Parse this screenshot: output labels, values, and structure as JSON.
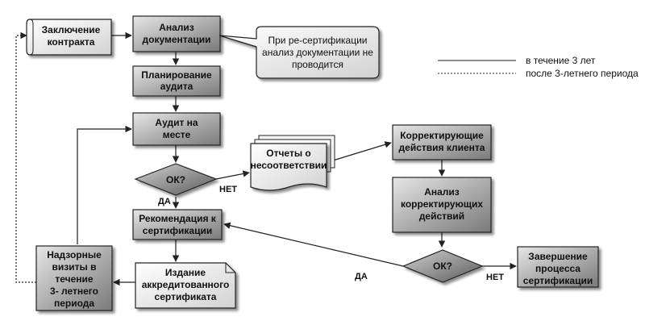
{
  "nodes": {
    "contract": [
      "Заключение",
      "контракта"
    ],
    "doc_analysis": [
      "Анализ",
      "документации"
    ],
    "audit_planning": [
      "Планирование",
      "аудита"
    ],
    "onsite_audit": [
      "Аудит на",
      "месте"
    ],
    "ok_decision_1": "ОК?",
    "nonconformity_reports": [
      "Отчеты о",
      "несоответствии"
    ],
    "client_corrective": [
      "Корректирующие",
      "действия клиента"
    ],
    "corrective_analysis": [
      "Анализ",
      "корректирующих",
      "действий"
    ],
    "ok_decision_2": "ОК?",
    "recommendation": [
      "Рекомендация к",
      "сертификации"
    ],
    "certificate_issue": [
      "Издание",
      "аккредитованного",
      "сертификата"
    ],
    "surveillance": [
      "Надзорные",
      "визиты в",
      "течение",
      "3-  летнего",
      "периода"
    ],
    "completion": [
      "Завершение",
      "процесса",
      "сертификации"
    ]
  },
  "callout": [
    "При ре-сертификации",
    "анализ документации не",
    "проводится"
  ],
  "edge_labels": {
    "no_1": "НЕТ",
    "yes_1": "ДА",
    "yes_2": "ДА",
    "no_2": "НЕТ"
  },
  "legend": {
    "solid": "в течение 3 лет",
    "dotted": "после 3-летнего периода"
  }
}
